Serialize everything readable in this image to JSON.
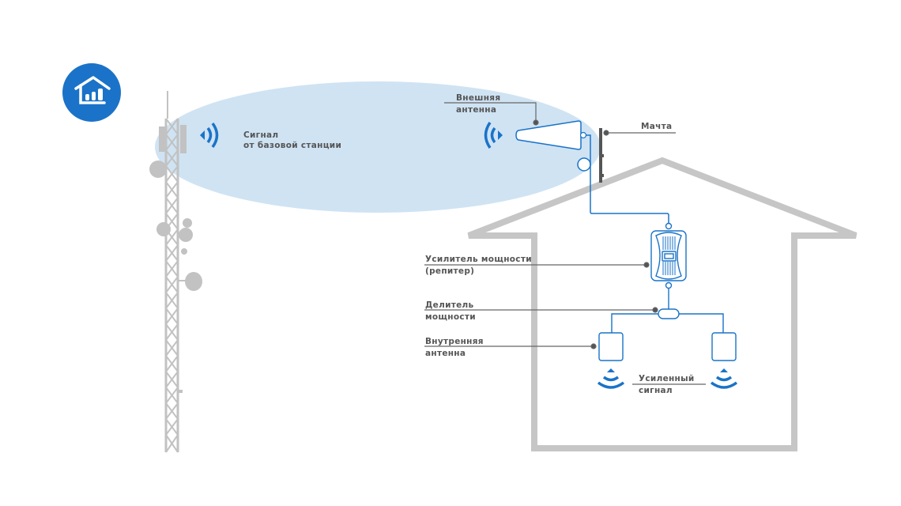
{
  "colors": {
    "accent": "#1a73c8",
    "signal_area": "#cfe3f3",
    "structure_gray": "#c6c6c6",
    "mast_dark": "#555555",
    "label_text": "#555555"
  },
  "logo": {
    "icon": "home-signal-icon"
  },
  "labels": {
    "base_signal": [
      "Сигнал",
      "от базовой станции"
    ],
    "external_antenna": [
      "Внешняя",
      "антенна"
    ],
    "mast": [
      "Мачта"
    ],
    "repeater": [
      "Усилитель мощности",
      "(репитер)"
    ],
    "splitter": [
      "Делитель",
      "мощности"
    ],
    "internal_antenna": [
      "Внутренняя",
      "антенна"
    ],
    "amplified_signal": [
      "Усиленный",
      "сигнал"
    ]
  }
}
